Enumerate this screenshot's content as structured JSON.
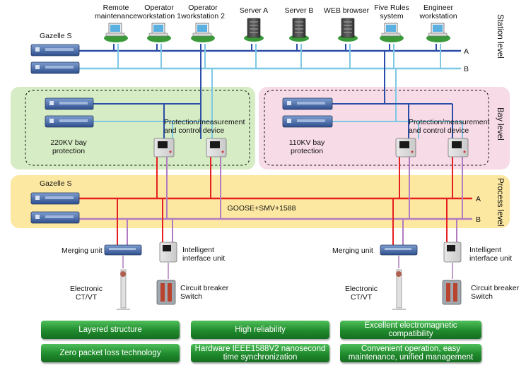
{
  "levels": {
    "station": "Station level",
    "bay": "Bay level",
    "process": "Process level"
  },
  "workstations": [
    {
      "label": "Remote\nmaintenance",
      "icon": "computer-icon"
    },
    {
      "label": "Operator\nworkstation 1",
      "icon": "computer-icon"
    },
    {
      "label": "Operator\nworkstation 2",
      "icon": "computer-icon"
    },
    {
      "label": "Server A",
      "icon": "server-icon"
    },
    {
      "label": "Server B",
      "icon": "server-icon"
    },
    {
      "label": "WEB browser",
      "icon": "server-icon"
    },
    {
      "label": "Five Rules\nsystem",
      "icon": "computer-icon"
    },
    {
      "label": "Engineer\nworkstation",
      "icon": "computer-icon"
    }
  ],
  "station_switch_label": "Gazelle S",
  "process_switch_label": "Gazelle S",
  "bus_labels": {
    "station_a": "A",
    "station_b": "B",
    "process_a": "A",
    "process_b": "B"
  },
  "bay_left": {
    "name": "220KV bay\nprotection",
    "device": "Protection/measurement\nand control device"
  },
  "bay_right": {
    "name": "110KV bay\nprotection",
    "device": "Protection/measurement\nand control device"
  },
  "process_bus_protocol": "GOOSE+SMV+1588",
  "field_devices": {
    "merging_unit": "Merging unit",
    "intelligent_interface_unit": "Intelligent\ninterface unit",
    "electronic_ctvt": "Electronic\nCT/VT",
    "circuit_breaker": "Circuit breaker\nSwitch"
  },
  "features": [
    "Layered structure",
    "High reliability",
    "Excellent electromagnetic\ncompatibility",
    "Zero packet loss technology",
    "Hardware IEEE1588V2 nanosecond\ntime synchronization",
    "Convenient operation, easy\nmaintenance, unified management"
  ],
  "colors": {
    "station_bus_a": "#2b4fa8",
    "station_bus_b": "#7ec8e6",
    "process_bus_a": "#e62020",
    "process_bus_b": "#b07cc0",
    "bay_left_bg": "#d6ecc4",
    "bay_right_bg": "#f7dbe6",
    "process_bg": "#fde8a2",
    "banner_green": "#2b9a38"
  }
}
